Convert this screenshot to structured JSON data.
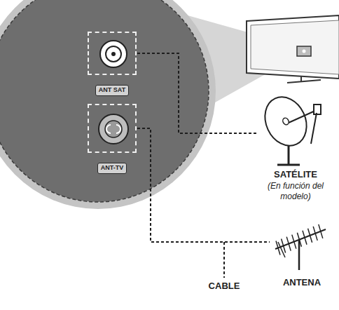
{
  "diagram": {
    "nodes": [
      {
        "text": [
          "ANT SAT"
        ]
      },
      {
        "text": [
          "ANT-TV"
        ]
      },
      {
        "text": [
          "SATÉLITE",
          "(En función del modelo)"
        ]
      },
      {
        "text": [
          "ANTENA"
        ]
      }
    ],
    "edges": [
      {
        "from": 0,
        "to": 2,
        "arrow": "none"
      },
      {
        "from": 1,
        "to": 3,
        "arrow": "none"
      }
    ],
    "labels": [
      "CABLE"
    ]
  }
}
